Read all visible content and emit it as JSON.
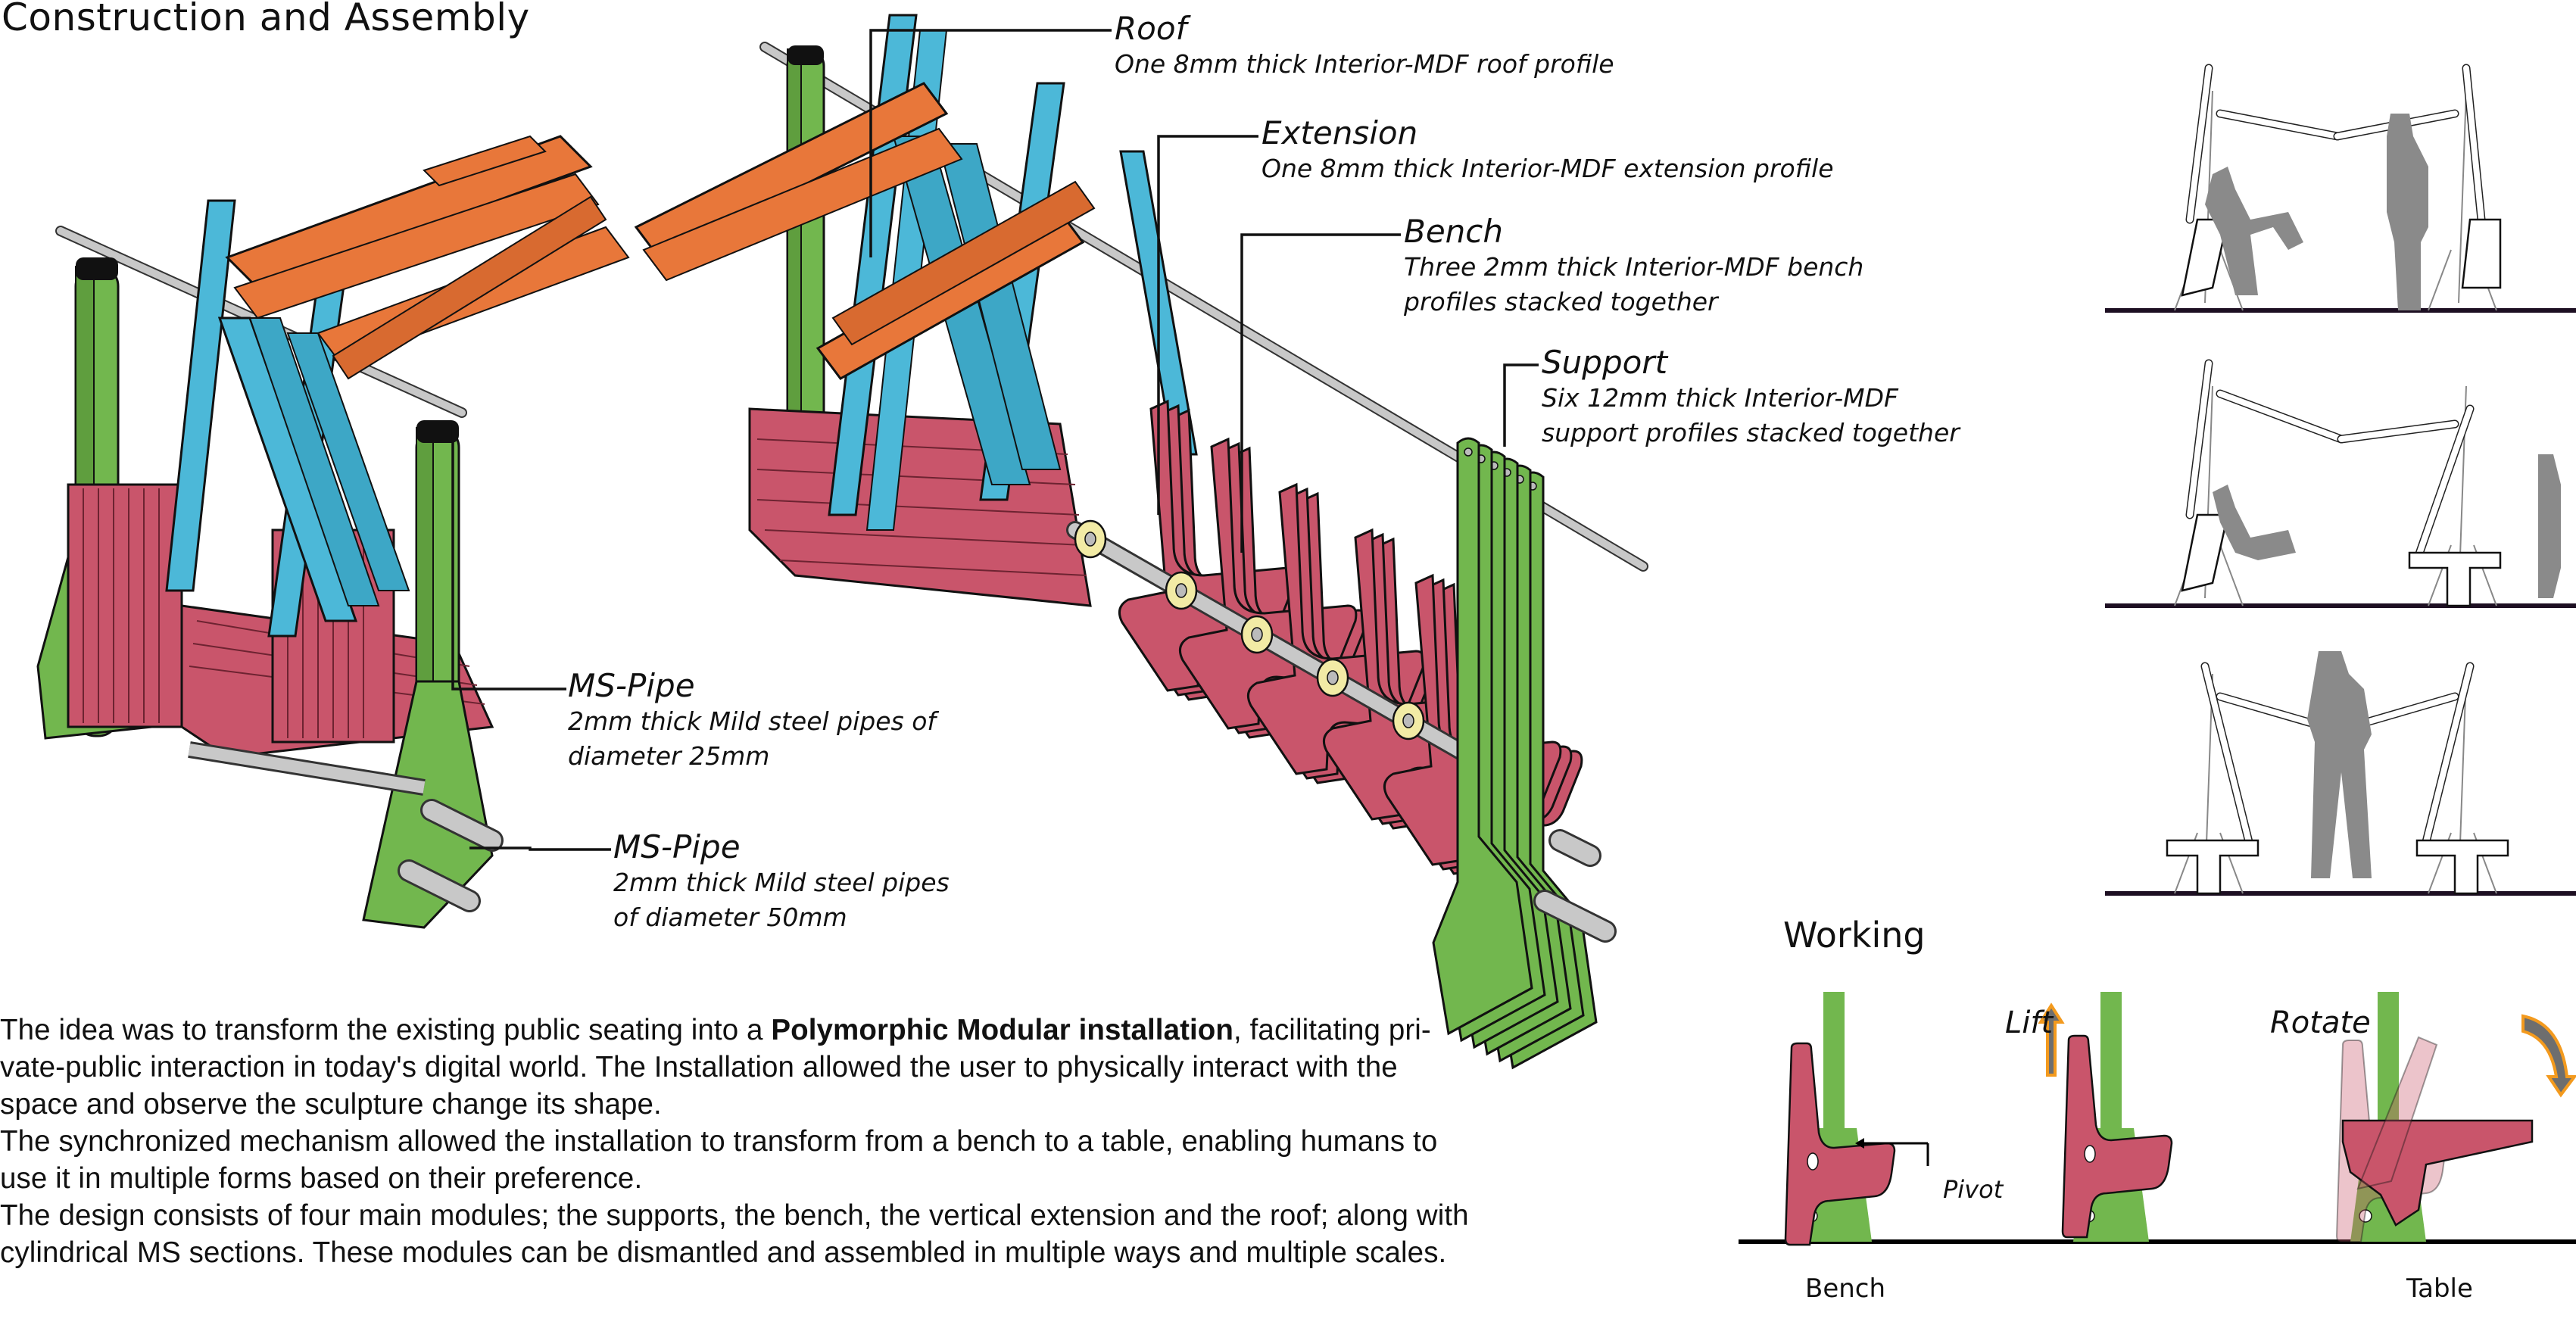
{
  "title": "Construction and Assembly",
  "colors": {
    "roof": "#E8773A",
    "extension": "#4CB8D8",
    "support": "#72B74E",
    "bench": "#C9556B",
    "pipe": "#C8C8C8",
    "washer": "#F2EBA5",
    "silhouette": "#8A8A8A",
    "arrow_fill": "#6E6E6E",
    "arrow_outline": "#F39A1E"
  },
  "callouts": [
    {
      "id": "roof",
      "title": "Roof",
      "description": [
        "One 8mm thick Interior-MDF roof profile"
      ]
    },
    {
      "id": "extension",
      "title": "Extension",
      "description": [
        "One 8mm thick Interior-MDF extension profile"
      ]
    },
    {
      "id": "bench",
      "title": "Bench",
      "description": [
        "Three 2mm thick Interior-MDF bench",
        "profiles stacked together"
      ]
    },
    {
      "id": "support",
      "title": "Support",
      "description": [
        "Six 12mm thick Interior-MDF",
        "support profiles stacked together"
      ]
    },
    {
      "id": "ms-pipe-25",
      "title": "MS-Pipe",
      "description": [
        "2mm thick Mild steel pipes of",
        "diameter 25mm"
      ]
    },
    {
      "id": "ms-pipe-50",
      "title": "MS-Pipe",
      "description": [
        "2mm thick Mild steel pipes",
        "of diameter 50mm"
      ]
    }
  ],
  "description": {
    "p1_before": "The idea was to transform the existing public seating into a ",
    "p1_bold": "Polymorphic Modular installation",
    "p1_after": ", facilitating pri-vate-public interaction in today's digital world. The Installation allowed the user to physically interact with the space and observe the sculpture change its shape.",
    "p1_line1_after": ", facilitating pri-",
    "p1_line2": "vate-public interaction in today's digital world. The Installation allowed the user to physically interact with the",
    "p1_line3": "space and observe the sculpture change its shape.",
    "p2_line1": "The synchronized mechanism allowed the installation to transform from a bench to a table, enabling humans to",
    "p2_line2": "use it in multiple forms based on their preference.",
    "p3_line1": "The design consists of four main modules; the supports, the bench, the vertical extension and the roof; along with",
    "p3_line2": "cylindrical MS sections. These modules can be dismantled and assembled in multiple ways and multiple scales."
  },
  "elevations": [
    {
      "id": "elevation-1",
      "state": "roof closed, seated and standing figures"
    },
    {
      "id": "elevation-2",
      "state": "roof half open, one bench rotated"
    },
    {
      "id": "elevation-3",
      "state": "both benches as tables, figure standing under roof"
    }
  ],
  "working": {
    "title": "Working",
    "steps": [
      {
        "id": "bench",
        "caption": "Bench",
        "annotation": "Pivot"
      },
      {
        "id": "lift",
        "action": "Lift"
      },
      {
        "id": "table",
        "caption": "Table",
        "action": "Rotate"
      }
    ]
  }
}
